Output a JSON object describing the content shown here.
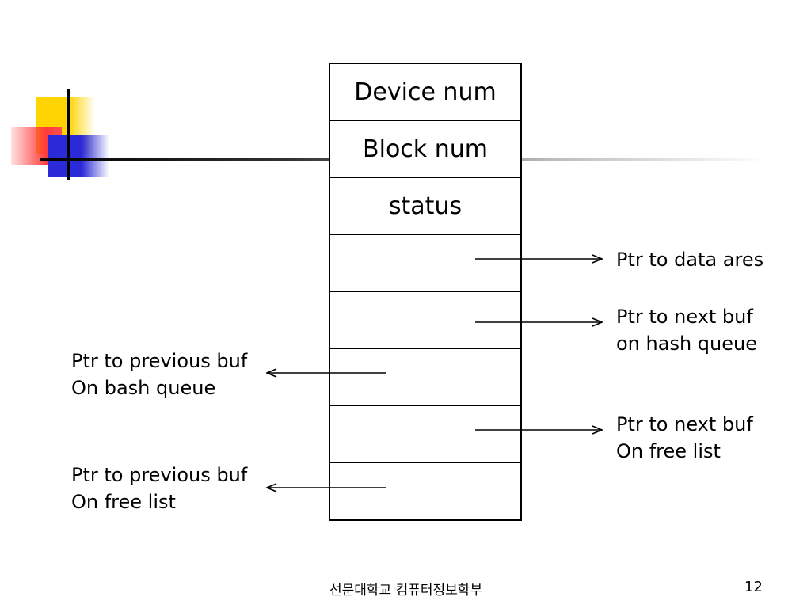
{
  "table": {
    "rows": [
      "Device num",
      "Block num",
      "status",
      "",
      "",
      "",
      "",
      ""
    ]
  },
  "labels": {
    "data_area": [
      "Ptr to data ares"
    ],
    "next_hash": [
      "Ptr to next buf",
      "on hash queue"
    ],
    "prev_hash": [
      "Ptr to previous buf",
      "On bash queue"
    ],
    "next_free": [
      "Ptr to next buf",
      "On free list"
    ],
    "prev_free": [
      "Ptr to previous buf",
      "On free list"
    ]
  },
  "footer": {
    "text": "선문대학교 컴퓨터정보학부",
    "page": "12"
  },
  "colors": {
    "yellow": "#ffd400",
    "red": "#ff3b3b",
    "blue": "#2a2ad8"
  }
}
